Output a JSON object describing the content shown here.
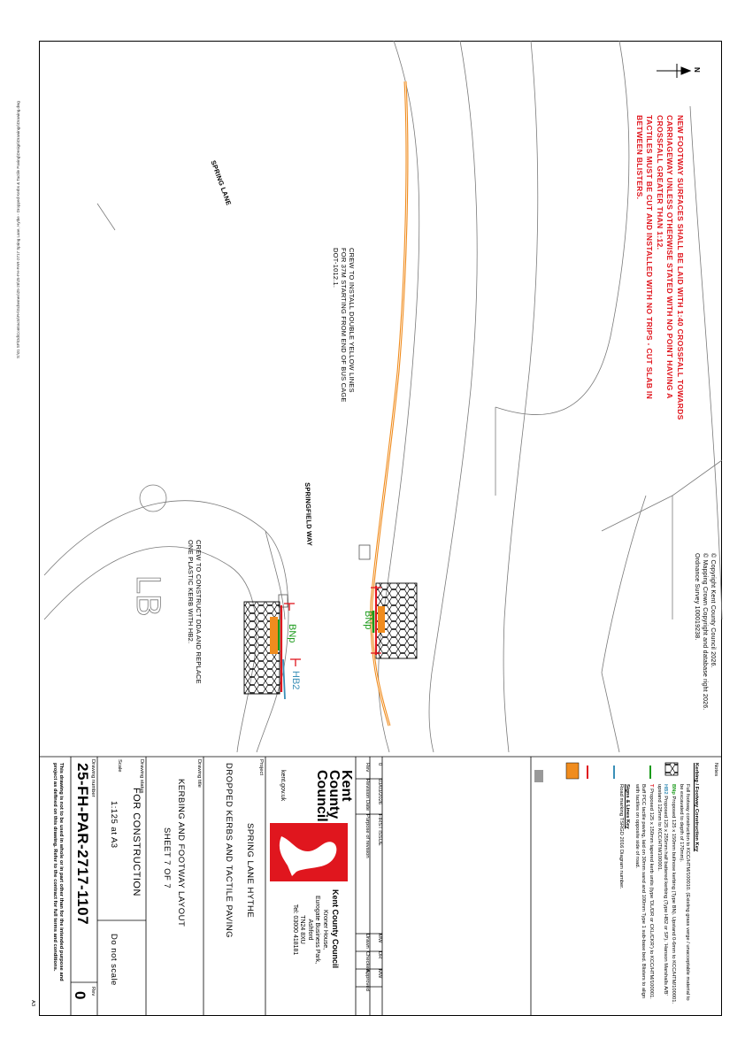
{
  "sheet_ref": "S:\\01 SP\\Dd\\Contracts\\FH\\Schemes\\25-26\\25-FH-PAR-2717 Spring Lane, Hythe - Dropped Kerbs & Tactile Paving\\Design\\Drawings\\Drawing.dwg",
  "paper_size": "A3",
  "north_label": "N",
  "notes_red": [
    "NEW FOOTWAY SURFACES SHALL BE LAID WITH 1:40 CROSSFALL TOWARDS",
    "CARRIAGEWAY UNLESS OTHERWISE STATED WITH NO POINT HAVING A",
    "CROSSFALL GREATER THAN 1:12.",
    "TACTILES MUST BE CUT AND INSTALLED WITH NO TRIPS - CUT SLAB IN",
    "BETWEEN BLISTERS."
  ],
  "copyright": [
    "© Copyright Kent County Council 2026.",
    "© Mapping Crown Copyright and database right 2026.",
    "Ordnance Survey 100019238."
  ],
  "map": {
    "road_spring_lane": "SPRING LANE",
    "road_springfield_way": "SPRINGFIELD WAY",
    "lb_label": "LB",
    "note_yellow_lines": [
      "CREW TO INSTALL DOUBLE YELLOW LINES",
      "FOR 37M STARTING FROM END OF BUS CAGE",
      "DOT-1012.1."
    ],
    "note_dda": [
      "CREW TO CONSTRUCT DDA AND REPLACE",
      "ONE PLASTIC KERB WITH HB2."
    ],
    "tag_bnp_1": "BNp",
    "tag_bnp_2": "BNp",
    "tag_hb2": "HB2",
    "tag_t": "T"
  },
  "titleblock": {
    "notes_header": "Notes",
    "key_header": "Kerbing / Footway Construction Key",
    "key_items": [
      {
        "code": "",
        "text": "Full footway construction to KCC/HTM/100010. (Existing grass verge / unacceptable material to be excavated to depth of 170mm)."
      },
      {
        "code": "BNp",
        "text": "Proposed 125 x 150mm bullnose kerbing (Type BN). Upstand 0-6mm to KCC/HTM/100001."
      },
      {
        "code": "HB2",
        "text": "Proposed 125 x 255mm half battered kerbing (Type HB2 or SP). 'Hanson Marshalls A/B' upstand 125mm to KCC/HTM/100001."
      },
      {
        "code": "T",
        "text": "Proposed 125 x 150mm tapered kerb units (type 'DL/DR or CKL/CKR') to KCC/HTM/100001."
      },
      {
        "code": "",
        "text": "Buff PCC tactile paving, laid on 30mm sand and 100mm Type 1 sub-base bed. Blisters to align with tactiles on opposite side of road."
      }
    ],
    "lines_header": "Signs & Lines Key",
    "lines_items": [
      {
        "code": "",
        "text": "Road marking TSRGD 2016 Diagram number."
      }
    ],
    "rev_headers": [
      "Rev",
      "Revision Date",
      "Purpose of revision",
      "Drawn",
      "Checked",
      "Approved"
    ],
    "rev_row": [
      "0",
      "03/03/2026",
      "FIRST ISSUE",
      "MW",
      "DR",
      "MW"
    ],
    "council_name": "Kent County Council",
    "address": [
      "Kroner House,",
      "Eurogate Business Park,",
      "Ashford",
      "TN24 8XU",
      "Tel: 03000 418181"
    ],
    "logo_text": [
      "Kent",
      "County",
      "Council"
    ],
    "website": "kent.gov.uk",
    "project_label": "Project",
    "project": "SPRING LANE HYTHE",
    "drawing_title_label": "Drawing title",
    "drawing_title": "DROPPED KERBS AND TACTILE PAVING",
    "drawing_title_2": "KERBING AND FOOTWAY LAYOUT",
    "sheet": "SHEET 7 OF 7",
    "status_label": "Drawing status",
    "status": "FOR CONSTRUCTION",
    "scale_label": "Scale",
    "scale": "1:125 at A3",
    "do_not_scale": "Do not scale",
    "number_label": "Drawing number",
    "number": "25-FH-PAR-2717-1107",
    "rev_label": "Rev",
    "rev": "0",
    "disclaimer": [
      "This drawing is not to be used in whole or in part other than for the intended purpose and",
      "project as defined on this drawing. Refer to the contract for full terms and conditions."
    ]
  },
  "colors": {
    "red": "#e0161e",
    "green": "#1a9a1a",
    "orange": "#f08c1e",
    "blue": "#3a8fb7",
    "tactile": "#000000"
  }
}
